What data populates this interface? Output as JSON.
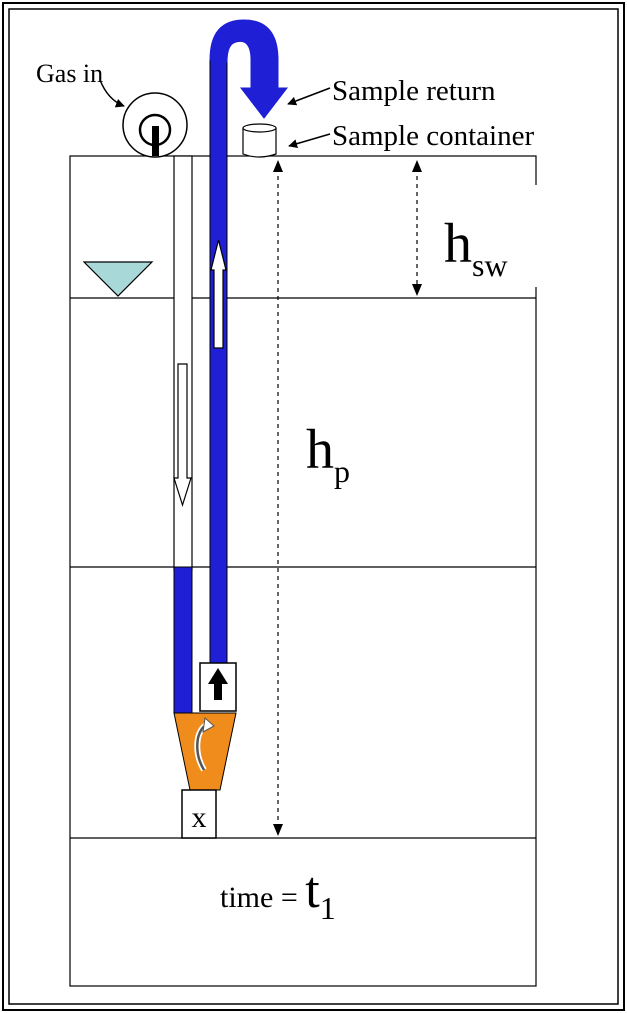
{
  "labels": {
    "gas_in": "Gas in",
    "sample_return": "Sample return",
    "sample_container": "Sample container",
    "h_sw_main": "h",
    "h_sw_sub": "sw",
    "h_p_main": "h",
    "h_p_sub": "p",
    "valve_label": "x",
    "time_prefix": "time = ",
    "time_main": "t",
    "time_sub": "1"
  },
  "colors": {
    "sample_tube": "#1f1fd6",
    "chamber": "#f08c1c",
    "water_triangle": "#a9d8d8",
    "line": "#000000"
  }
}
